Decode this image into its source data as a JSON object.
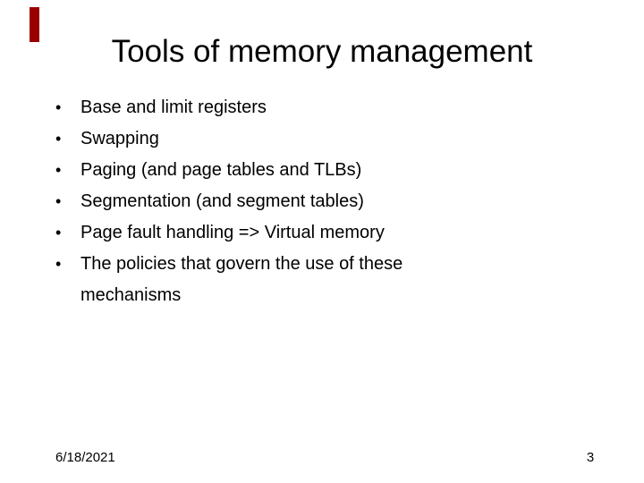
{
  "slide": {
    "title": "Tools of memory management",
    "bullet_glyph": "•",
    "bullets": [
      "Base and limit registers",
      "Swapping",
      "Paging (and page tables and TLBs)",
      "Segmentation (and segment tables)",
      "Page fault handling => Virtual memory",
      "The policies that govern the use of these mechanisms"
    ],
    "footer": {
      "date": "6/18/2021",
      "slide_number": "3"
    },
    "colors": {
      "accent_bar": "#990000",
      "background": "#FFFFFF",
      "text": "#000000"
    }
  }
}
